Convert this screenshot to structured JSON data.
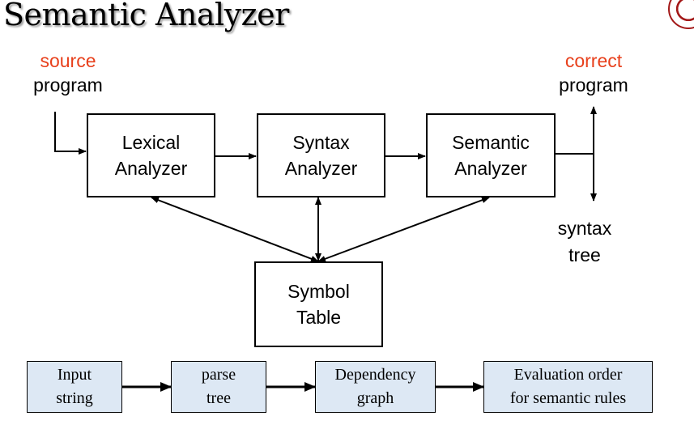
{
  "title": "Semantic Analyzer",
  "source_label": {
    "line1": "source",
    "line2": "program"
  },
  "correct_label": {
    "line1": "correct",
    "line2": "program"
  },
  "syntax_tree_label": {
    "line1": "syntax",
    "line2": "tree"
  },
  "boxes": {
    "lexical": {
      "line1": "Lexical",
      "line2": "Analyzer"
    },
    "syntax": {
      "line1": "Syntax",
      "line2": "Analyzer"
    },
    "semantic": {
      "line1": "Semantic",
      "line2": "Analyzer"
    },
    "symbol": {
      "line1": "Symbol",
      "line2": "Table"
    }
  },
  "pipeline": [
    {
      "line1": "Input",
      "line2": "string"
    },
    {
      "line1": "parse",
      "line2": "tree"
    },
    {
      "line1": "Dependency",
      "line2": "graph"
    },
    {
      "line1": "Evaluation order",
      "line2": "for semantic rules"
    }
  ],
  "colors": {
    "accent": "#e8401c",
    "pipeline_fill": "#dde8f4",
    "logo": "#a31818"
  }
}
